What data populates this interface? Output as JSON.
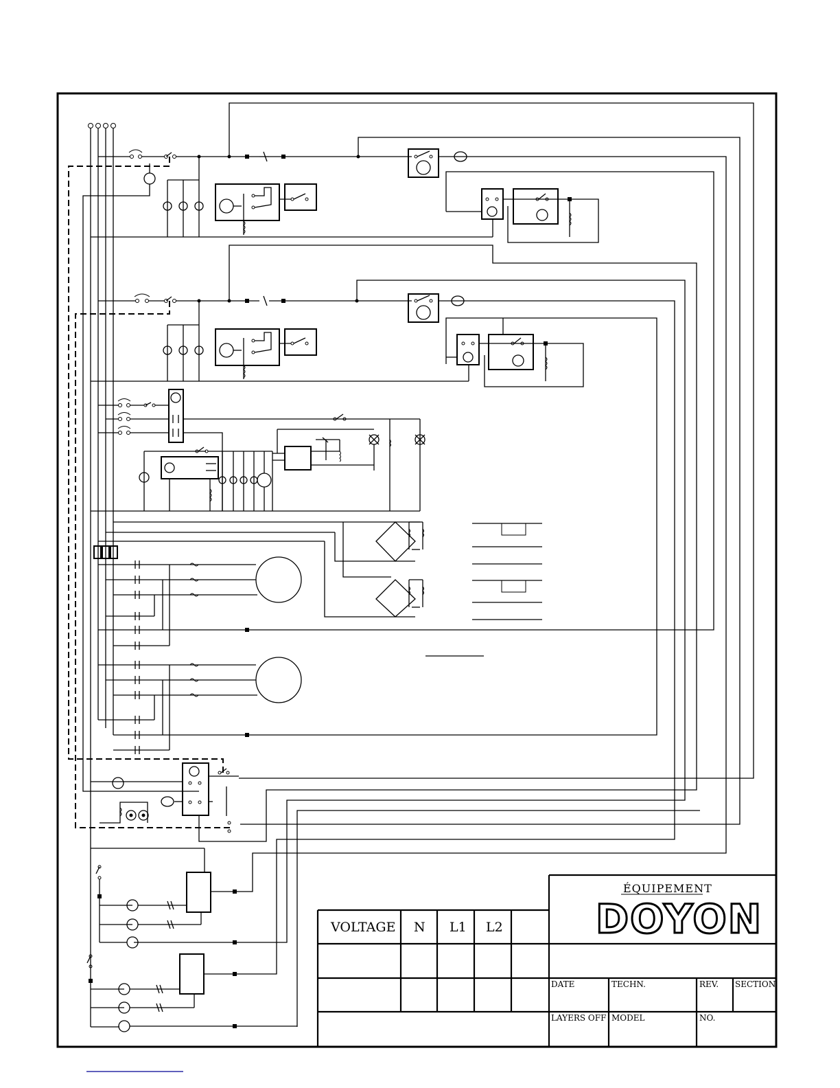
{
  "title_block": {
    "brand_top": "ÉQUIPEMENT",
    "brand_logo": "DOYON",
    "voltage_header": "VOLTAGE",
    "col_n": "N",
    "col_l1": "L1",
    "col_l2": "L2",
    "date_label": "DATE",
    "techn_label": "TECHN.",
    "rev_label": "REV.",
    "section_label": "SECTION",
    "layers_label": "LAYERS OFF",
    "model_label": "MODEL",
    "no_label": "NO."
  },
  "colors": {
    "ink": "#000000",
    "paper": "#ffffff",
    "footer_link": "#2a2aa6"
  }
}
